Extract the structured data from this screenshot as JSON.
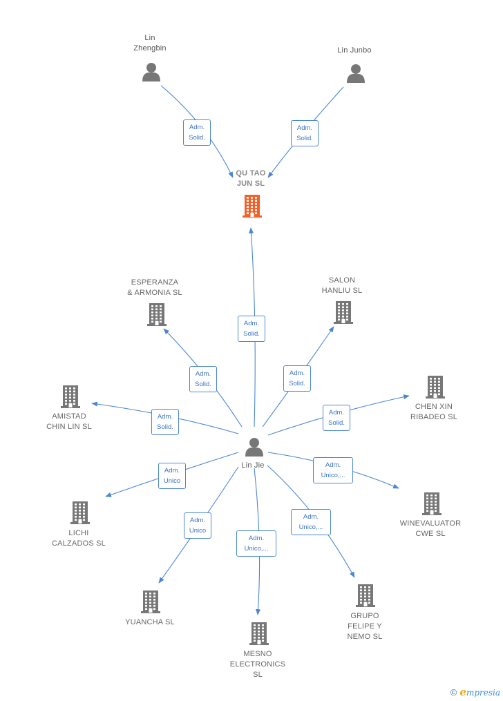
{
  "colors": {
    "edge": "#4a86d4",
    "company": "#777777",
    "focus_company": "#f0622a",
    "person": "#777777"
  },
  "nodes": {
    "lin_zhengbin": {
      "name": "Lin\nZhengbin",
      "kind": "person",
      "icon": "person-icon"
    },
    "lin_junbo": {
      "name": "Lin Junbo",
      "kind": "person",
      "icon": "person-icon"
    },
    "qu_tao": {
      "name": "QU TAO\nJUN SL",
      "kind": "focus-company",
      "icon": "building-icon"
    },
    "lin_jie": {
      "name": "Lin Jie",
      "kind": "person",
      "icon": "person-icon"
    },
    "esperanza": {
      "name": "ESPERANZA\n& ARMONIA SL",
      "kind": "company",
      "icon": "building-icon"
    },
    "salon": {
      "name": "SALON\nHANLIU SL",
      "kind": "company",
      "icon": "building-icon"
    },
    "amistad": {
      "name": "AMISTAD\nCHIN LIN SL",
      "kind": "company",
      "icon": "building-icon"
    },
    "chen_xin": {
      "name": "CHEN XIN\nRIBADEO SL",
      "kind": "company",
      "icon": "building-icon"
    },
    "lichi": {
      "name": "LICHI\nCALZADOS SL",
      "kind": "company",
      "icon": "building-icon"
    },
    "winevaluator": {
      "name": "WINEVALUATOR\nCWE SL",
      "kind": "company",
      "icon": "building-icon"
    },
    "yuancha": {
      "name": "YUANCHA SL",
      "kind": "company",
      "icon": "building-icon"
    },
    "mesno": {
      "name": "MESNO\nELECTRONICS\nSL",
      "kind": "company",
      "icon": "building-icon"
    },
    "grupo": {
      "name": "GRUPO\nFELIPE Y\nNEMO SL",
      "kind": "company",
      "icon": "building-icon"
    }
  },
  "edges": [
    {
      "from": "lin_zhengbin",
      "to": "qu_tao",
      "label": "Adm.\nSolid."
    },
    {
      "from": "lin_junbo",
      "to": "qu_tao",
      "label": "Adm.\nSolid."
    },
    {
      "from": "lin_jie",
      "to": "qu_tao",
      "label": "Adm.\nSolid."
    },
    {
      "from": "lin_jie",
      "to": "esperanza",
      "label": "Adm.\nSolid."
    },
    {
      "from": "lin_jie",
      "to": "salon",
      "label": "Adm.\nSolid."
    },
    {
      "from": "lin_jie",
      "to": "amistad",
      "label": "Adm.\nSolid."
    },
    {
      "from": "lin_jie",
      "to": "chen_xin",
      "label": "Adm.\nSolid."
    },
    {
      "from": "lin_jie",
      "to": "lichi",
      "label": "Adm.\nUnico"
    },
    {
      "from": "lin_jie",
      "to": "winevaluator",
      "label": "Adm.\nUnico,..."
    },
    {
      "from": "lin_jie",
      "to": "yuancha",
      "label": "Adm.\nUnico"
    },
    {
      "from": "lin_jie",
      "to": "mesno",
      "label": "Adm.\nUnico,..."
    },
    {
      "from": "lin_jie",
      "to": "grupo",
      "label": "Adm.\nUnico,..."
    }
  ],
  "footer": {
    "copyright_symbol": "©",
    "brand_initial": "e",
    "brand_rest": "mpresia"
  }
}
